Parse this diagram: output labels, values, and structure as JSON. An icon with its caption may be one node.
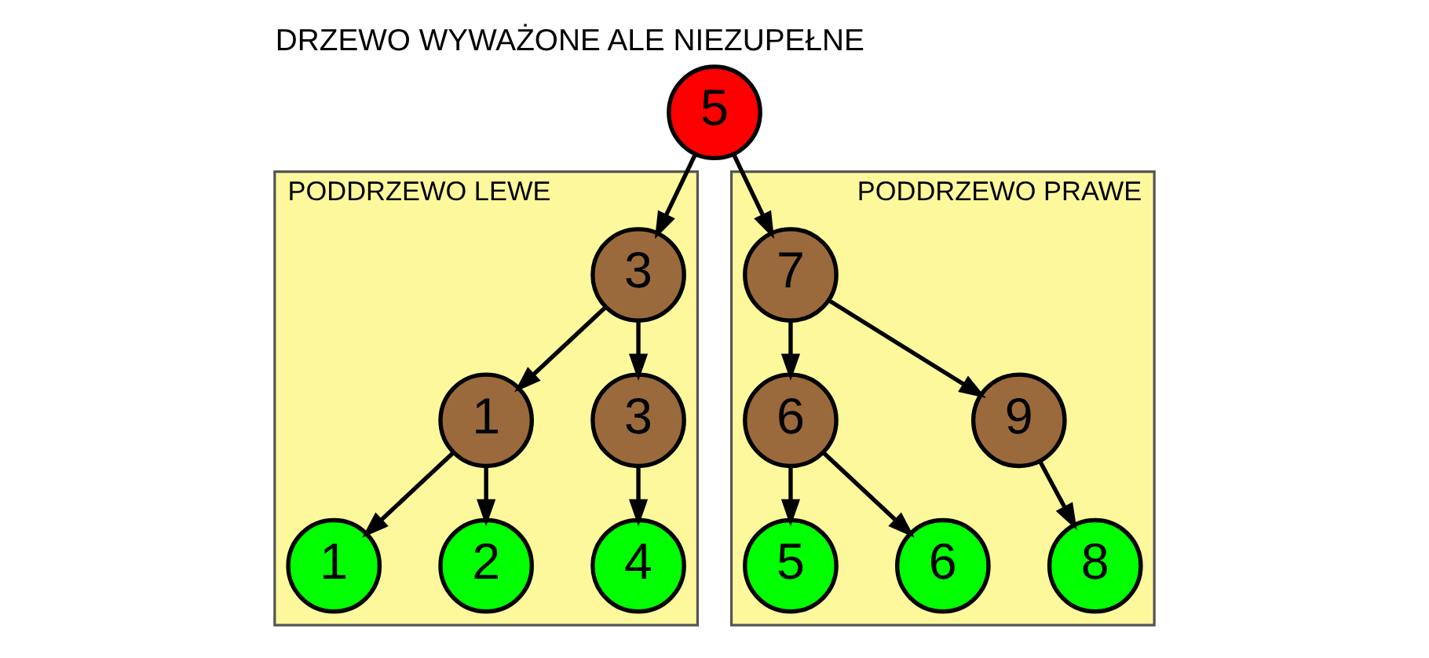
{
  "diagram": {
    "title": "DRZEWO WYWAŻONE ALE NIEZUPEŁNE",
    "nodes": [
      {
        "text": [
          "5"
        ]
      },
      {
        "text": [
          "PODDRZEWO LEWE"
        ]
      },
      {
        "text": [
          "3"
        ],
        "in": 1
      },
      {
        "text": [
          "1"
        ],
        "in": 1
      },
      {
        "text": [
          "3"
        ],
        "in": 1
      },
      {
        "text": [
          "1"
        ],
        "in": 1
      },
      {
        "text": [
          "2"
        ],
        "in": 1
      },
      {
        "text": [
          "4"
        ],
        "in": 1
      },
      {
        "text": [
          "PODDRZEWO PRAWE"
        ]
      },
      {
        "text": [
          "7"
        ],
        "in": 8
      },
      {
        "text": [
          "6"
        ],
        "in": 8
      },
      {
        "text": [
          "9"
        ],
        "in": 8
      },
      {
        "text": [
          "5"
        ],
        "in": 8
      },
      {
        "text": [
          "6"
        ],
        "in": 8
      },
      {
        "text": [
          "8"
        ],
        "in": 8
      }
    ],
    "edges": [
      {
        "from": 0,
        "to": 2,
        "arrow": "to"
      },
      {
        "from": 0,
        "to": 9,
        "arrow": "to"
      },
      {
        "from": 2,
        "to": 3,
        "arrow": "to"
      },
      {
        "from": 2,
        "to": 4,
        "arrow": "to"
      },
      {
        "from": 3,
        "to": 5,
        "arrow": "to"
      },
      {
        "from": 3,
        "to": 6,
        "arrow": "to"
      },
      {
        "from": 4,
        "to": 7,
        "arrow": "to"
      },
      {
        "from": 9,
        "to": 10,
        "arrow": "to"
      },
      {
        "from": 9,
        "to": 11,
        "arrow": "to"
      },
      {
        "from": 10,
        "to": 12,
        "arrow": "to"
      },
      {
        "from": 10,
        "to": 13,
        "arrow": "to"
      },
      {
        "from": 11,
        "to": 14,
        "arrow": "to"
      }
    ]
  }
}
